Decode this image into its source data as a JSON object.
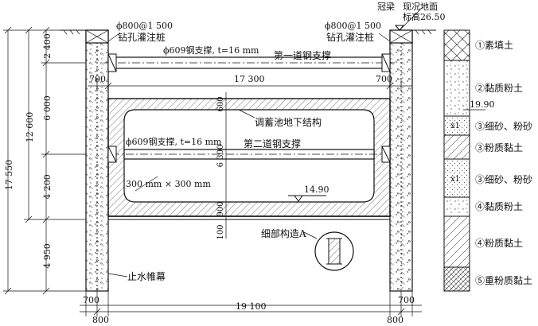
{
  "labels": {
    "pile_spec_left": "ϕ800@1 500",
    "pile_name_left": "钻孔灌注桩",
    "pile_spec_right": "ϕ800@1 500",
    "pile_name_right": "钻孔灌注桩",
    "crown_beam": "冠梁",
    "ground_surface": "现况地面",
    "ground_elevation": "标高26.50",
    "strut1_spec": "ϕ609钢支撑, t=16 mm",
    "strut1_name": "第一道钢支撑",
    "strut2_spec": "ϕ609钢支撑, t=16 mm",
    "strut2_name": "第二道钢支撑",
    "structure_name": "调蓄池地下结构",
    "haunch": "300 mm × 300 mm",
    "bottom_elevation": "14.90",
    "detail": "细部构造A",
    "curtain": "止水帷幕"
  },
  "dimensions": {
    "left_total": "17 550",
    "left_mid": "12 600",
    "left_seg1": "2 400",
    "left_seg2": "6 000",
    "left_seg3": "4 200",
    "left_seg4": "4 950",
    "top_left_offset": "700",
    "top_span": "17 300",
    "top_right_offset": "700",
    "struct_top": "600",
    "struct_height": "6 300",
    "struct_bottom": "900",
    "bottom_pad": "100",
    "bot_left_700": "700",
    "bot_right_700": "700",
    "bot_span": "19 100",
    "bot_left_800": "800",
    "bot_right_800": "800"
  },
  "soil_layers": [
    {
      "label": "①素填土"
    },
    {
      "label": "②黏质粉土"
    },
    {
      "label": "③细砂、粉砂",
      "mark": "x1"
    },
    {
      "label": "③粉质黏土"
    },
    {
      "label": "③细砂、粉砂",
      "mark": "x1"
    },
    {
      "label": "④黏质粉土"
    },
    {
      "label": "④粉质黏土"
    },
    {
      "label": "⑤重粉质黏土"
    }
  ],
  "soil_elevation": "19.90"
}
